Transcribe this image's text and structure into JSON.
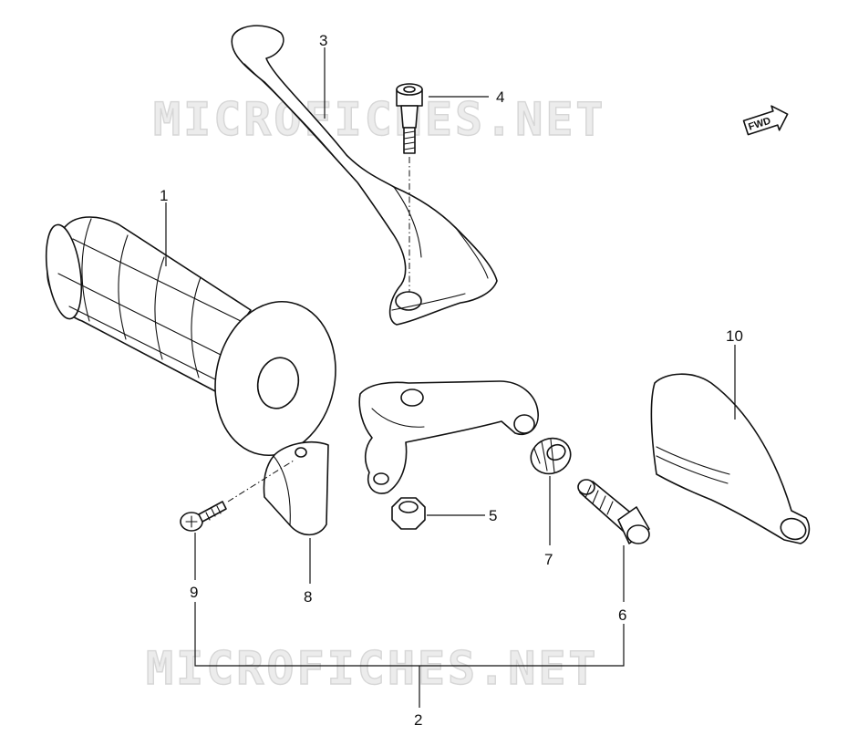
{
  "watermark": {
    "text": "MICROFICHES.NET"
  },
  "direction_badge": {
    "label": "FWD",
    "icon": "forward-arrow-icon"
  },
  "callouts": {
    "grip": "1",
    "lever_assy": "2",
    "lever": "3",
    "bolt": "4",
    "nut": "5",
    "adjuster": "6",
    "lock_nut": "7",
    "clamp": "8",
    "screw": "9",
    "cover": "10"
  }
}
